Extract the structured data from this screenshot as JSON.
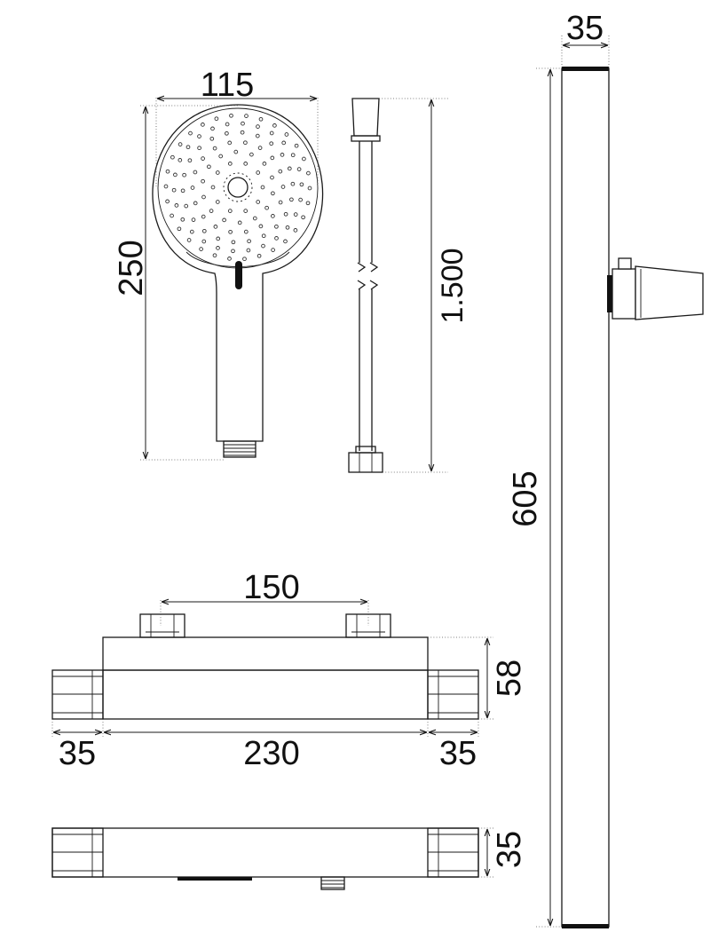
{
  "dimensions": {
    "showerhead_width": "115",
    "showerhead_height": "250",
    "hose_length": "1.500",
    "rail_width": "35",
    "rail_height": "605",
    "thermostat_inlet_spacing": "150",
    "thermostat_height": "58",
    "thermostat_end_left": "35",
    "thermostat_body_length": "230",
    "thermostat_end_right": "35",
    "thermostat_depth": "35"
  },
  "colors": {
    "line": "#1a1a1a",
    "background": "#ffffff"
  }
}
